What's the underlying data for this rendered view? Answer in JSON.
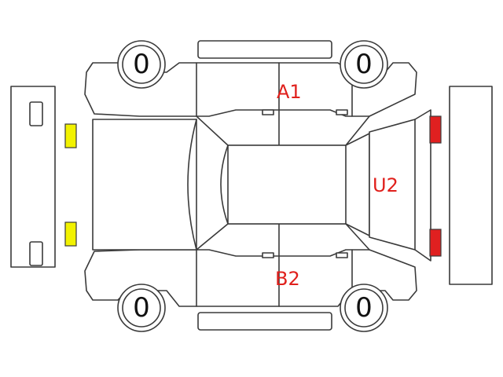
{
  "tires": {
    "front_left": "0",
    "front_right": "0",
    "rear_left": "0",
    "rear_right": "0"
  },
  "damage_marks": {
    "upper_side": "A1",
    "lower_side": "B2",
    "rear": "U2"
  },
  "colors": {
    "damage_text": "#e0201c",
    "front_lights": "#f2f200",
    "rear_lights": "#e02020",
    "outline": "#3a3a3a"
  }
}
